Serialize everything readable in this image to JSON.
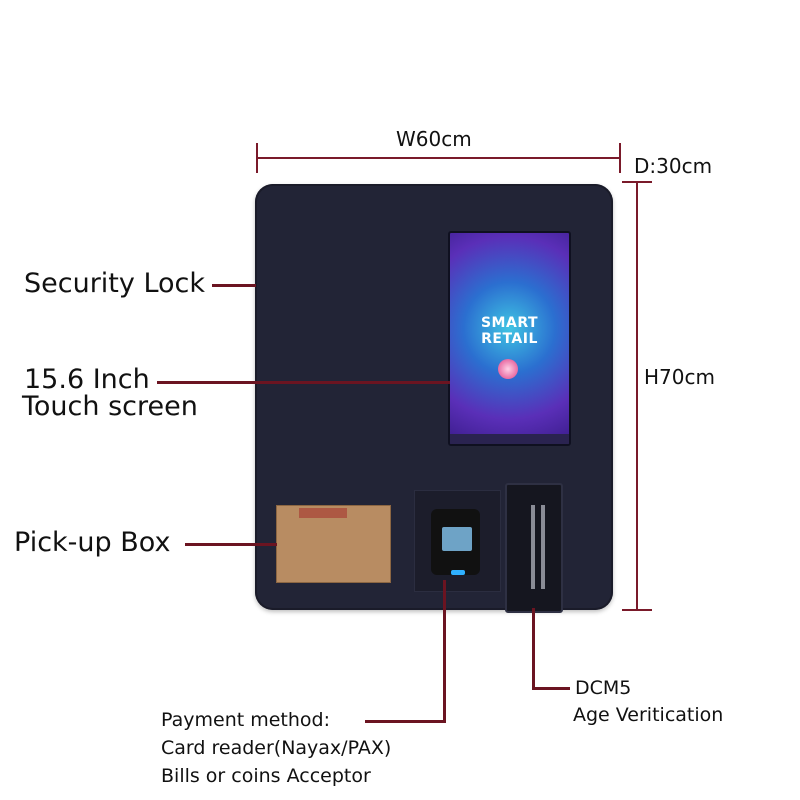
{
  "dimensions": {
    "width_label": "W60cm",
    "depth_label": "D:30cm",
    "height_label": "H70cm"
  },
  "screen": {
    "title": "SMART RETAIL"
  },
  "callouts": {
    "security_lock": "Security Lock",
    "touch_screen_line1": "15.6 Inch",
    "touch_screen_line2": "Touch screen",
    "pickup_box": "Pick-up Box",
    "payment_line1": "Payment method:",
    "payment_line2": "Card reader(Nayax/PAX)",
    "payment_line3": "Bills or coins Acceptor",
    "age_line1": "DCM5",
    "age_line2": "Age Veritication"
  },
  "colors": {
    "machine_body": "#222436",
    "callout_line": "#6b1421"
  }
}
